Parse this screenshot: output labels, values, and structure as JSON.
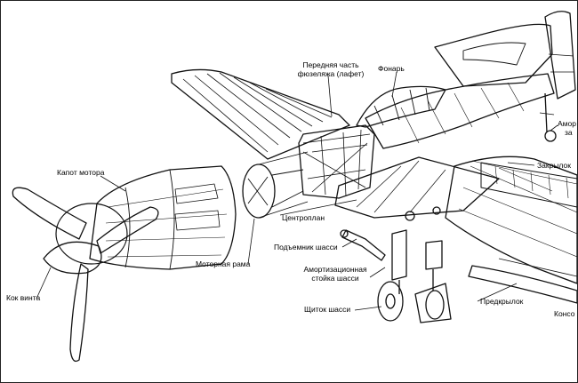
{
  "labels": {
    "front_fuselage_line1": "Передняя часть",
    "front_fuselage_line2": "фюзеляжа (лафет)",
    "canopy": "Фонарь",
    "engine_cowling": "Капот мотора",
    "flap": "Закрылок",
    "center_section": "Центроплан",
    "gear_retractor": "Подъемник шасси",
    "shock_strut_line1": "Амортизационная",
    "shock_strut_line2": "стойка шасси",
    "engine_mount": "Моторная рама",
    "spinner": "Кок винта",
    "gear_door": "Щиток шасси",
    "slat": "Предкрылок",
    "tailwheel_partial_line1": "Амор",
    "tailwheel_partial_line2": "за",
    "console_partial": "Консо"
  },
  "colors": {
    "ink": "#111111",
    "paper": "#ffffff"
  }
}
